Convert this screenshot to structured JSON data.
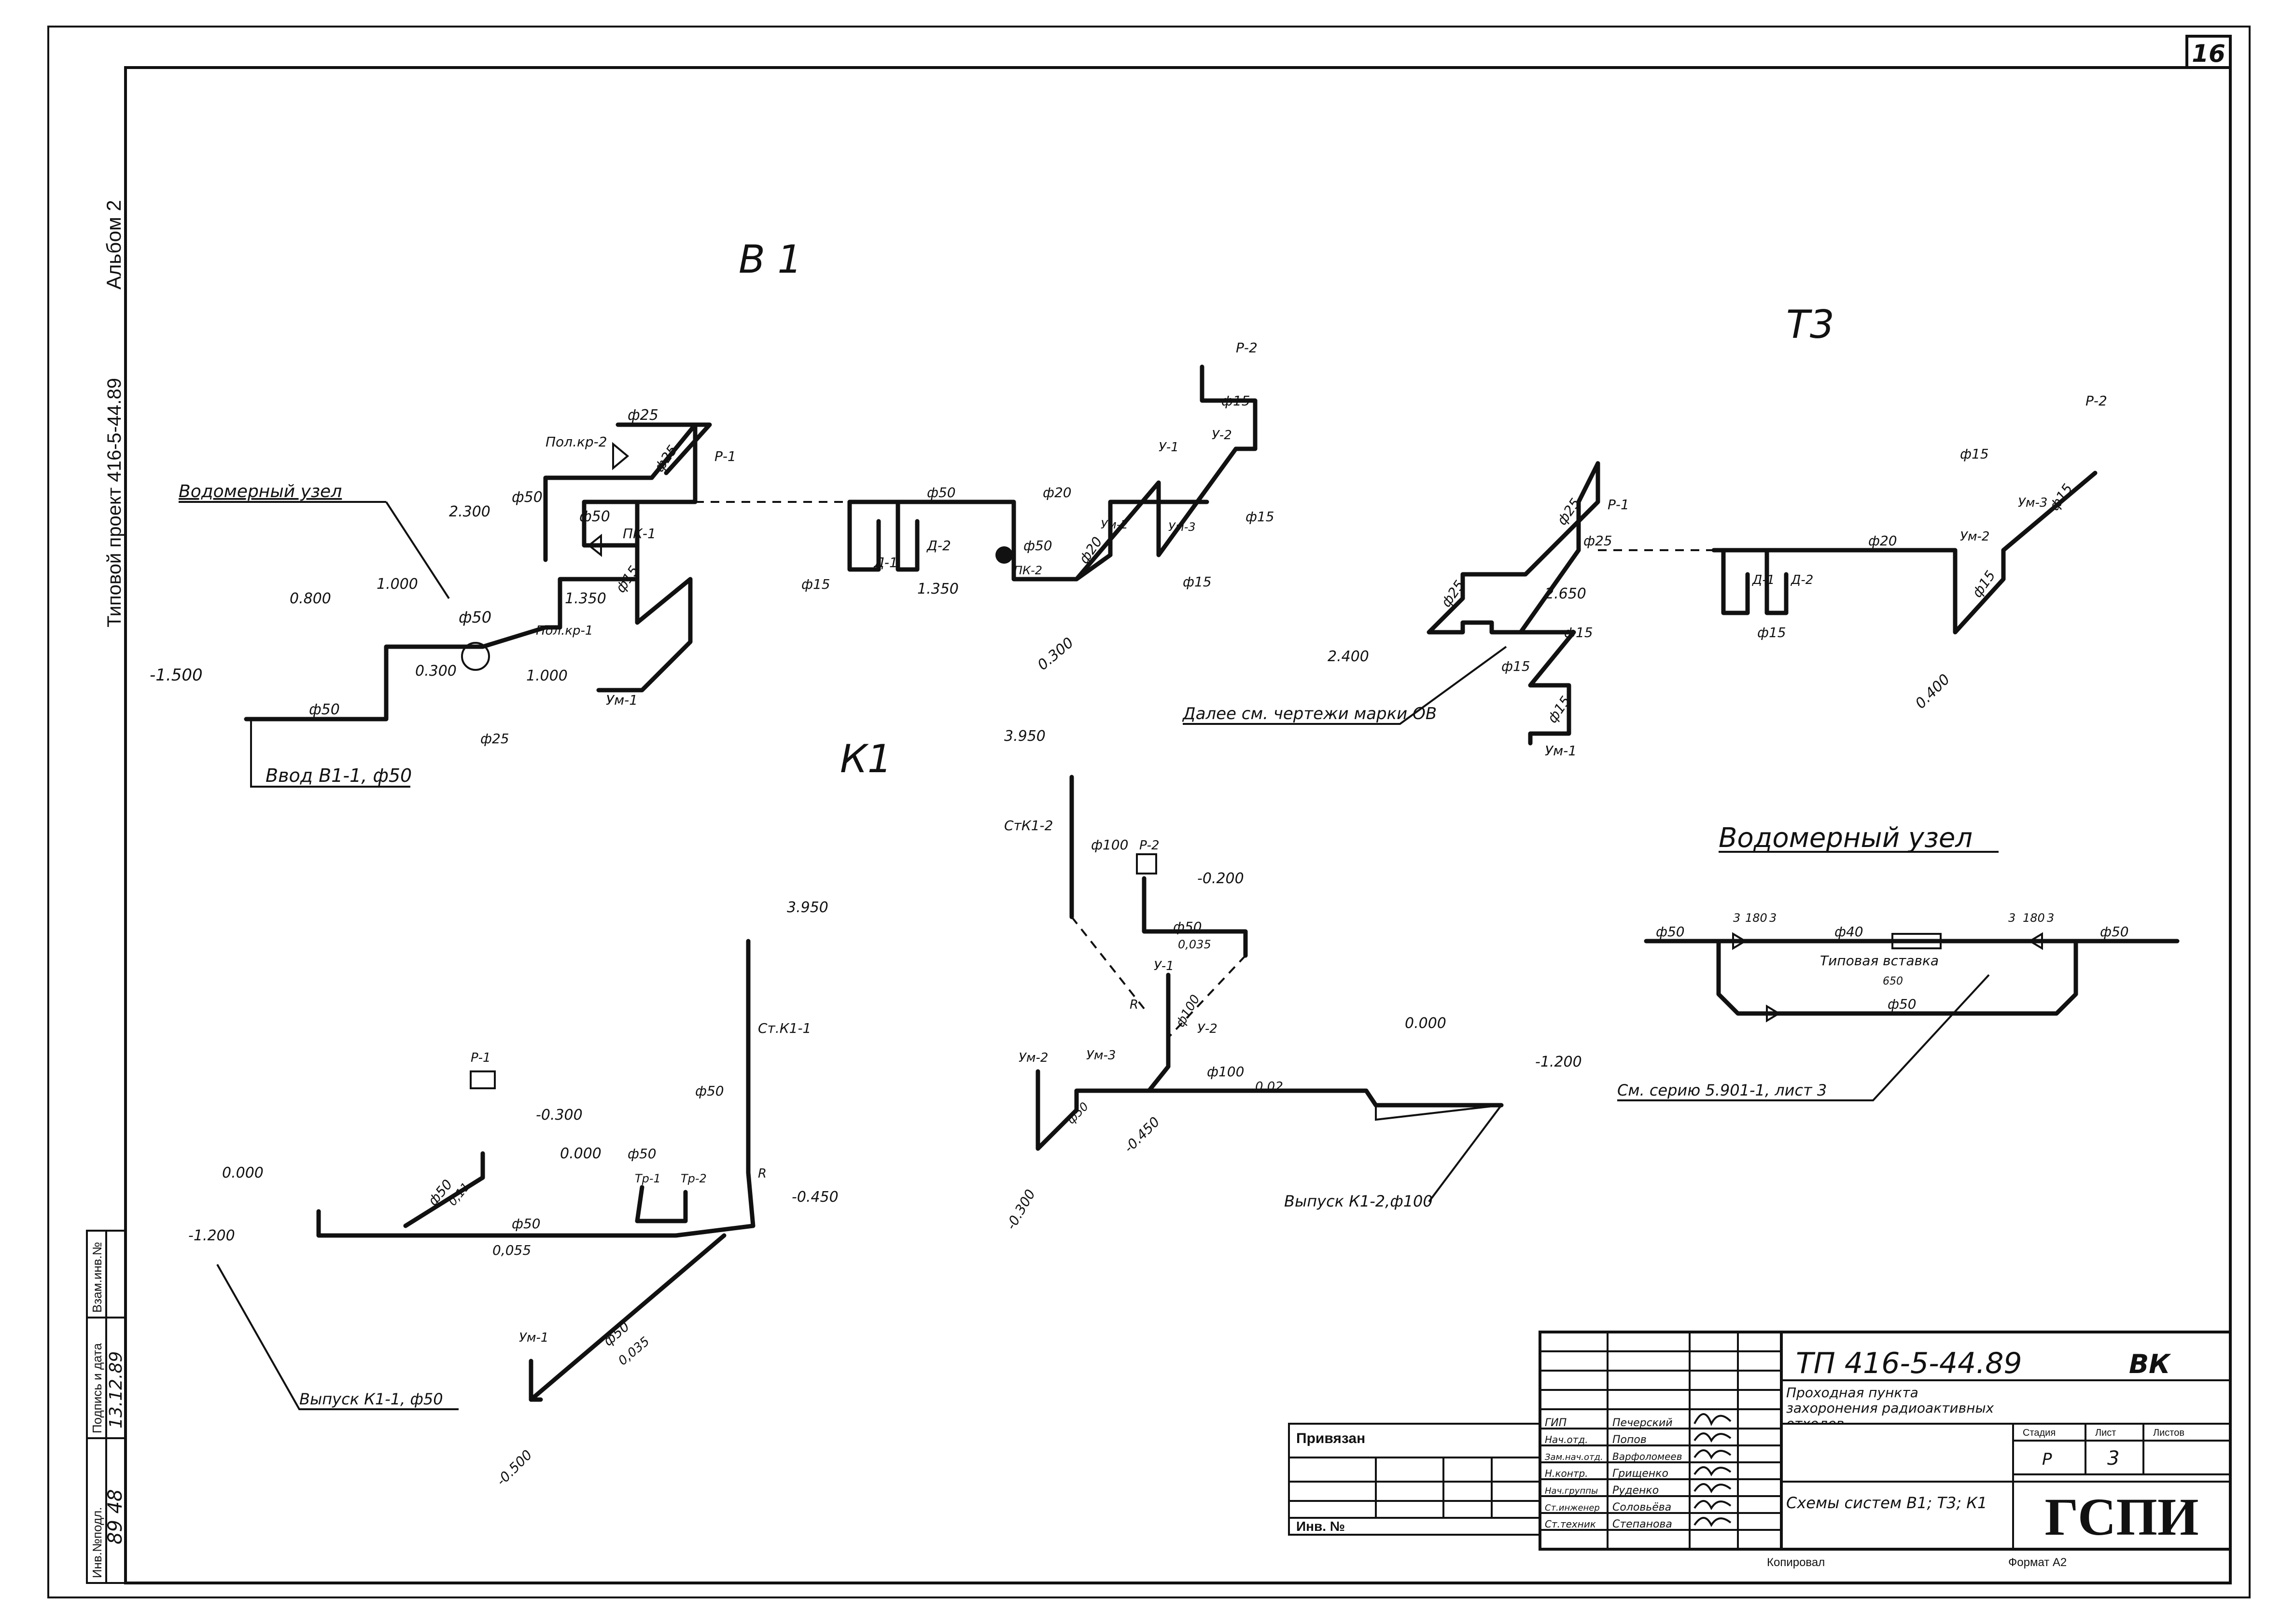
{
  "sheet_number": "16",
  "side_margin": {
    "album": "Альбом 2",
    "project": "Типовой проект 416-5-44.89",
    "stamp_headers": [
      "Инв.№подл.",
      "Подпись и дата",
      "Взам.инв.№"
    ],
    "stamp_values": [
      "89 48",
      "13.12.89",
      ""
    ]
  },
  "v1": {
    "title": "В 1",
    "vodomer": "Водомерный узел",
    "vvod": "Ввод В1-1, ф50",
    "levels": [
      "-1.500",
      "0.800",
      "1.000",
      "2.300",
      "0.300",
      "1.350",
      "1.000",
      "1.350",
      "0.300"
    ],
    "diameters": [
      "ф50",
      "ф50",
      "ф50",
      "ф50",
      "ф25",
      "ф25",
      "ф15",
      "ф25",
      "ф50",
      "ф20",
      "ф50",
      "ф15",
      "ф15",
      "ф15",
      "ф20",
      "ф15"
    ],
    "fixtures": [
      "Пол.кр-2",
      "Р-1",
      "ПК-1",
      "Пол.кр-1",
      "Ум-1",
      "Д-1",
      "Д-2",
      "ПК-2",
      "Ум-2",
      "У-1",
      "Ум-3",
      "У-2",
      "Р-2"
    ]
  },
  "t3": {
    "title": "Т3",
    "note": "Далее см. чертежи марки ОВ",
    "levels": [
      "2.400",
      "2.650",
      "0.400"
    ],
    "diameters": [
      "ф25",
      "ф15",
      "ф25",
      "ф25",
      "ф15",
      "ф15",
      "ф20",
      "ф15",
      "ф15",
      "ф15",
      "ф15"
    ],
    "fixtures": [
      "Р-1",
      "Ум-1",
      "Д-1",
      "Д-2",
      "Ум-2",
      "Ум-3",
      "Р-2"
    ]
  },
  "k1": {
    "title": "К1",
    "levels": [
      "3.950",
      "3.950",
      "-0.200",
      "0.000",
      "-1.200",
      "-0.300",
      "0.000",
      "-0.450",
      "-1.200",
      "-0.500",
      "-0.450",
      "-0.300",
      "0.000"
    ],
    "pipes": [
      "СтК1-2",
      "ф100",
      "ф50",
      "0,035",
      "ф100",
      "ф100",
      "0,02",
      "ф50",
      "Ст.К1-1",
      "ф50",
      "ф50",
      "0,11",
      "ф50",
      "0,055",
      "ф50",
      "0,035",
      "ф50"
    ],
    "fixtures": [
      "Р-2",
      "У-1",
      "R",
      "У-2",
      "Ум-2",
      "Ум-3",
      "Р-1",
      "Тр-1",
      "Тр-2",
      "R",
      "Ум-1"
    ],
    "vypusk2": "Выпуск К1-2,ф100",
    "vypusk1": "Выпуск К1-1, ф50"
  },
  "vodomer_detail": {
    "title": "Водомерный узел",
    "dims": [
      "3",
      "180",
      "3",
      "3",
      "180",
      "3"
    ],
    "labels": [
      "ф50",
      "ф40",
      "ф50",
      "Типовая вставка",
      "650",
      "ф50"
    ],
    "ref": "См. серию 5.901-1, лист 3"
  },
  "title_block": {
    "code": "ТП 416-5-44.89",
    "mark": "ВК",
    "object": "Проходная пункта захоронения радиоактивных отходов",
    "sheet_title": "Схемы систем В1; Т3; К1",
    "stage_headers": [
      "Стадия",
      "Лист",
      "Листов"
    ],
    "stage_values": [
      "Р",
      "3",
      ""
    ],
    "org": "ГСПИ",
    "privyazan": "Привязан",
    "inv": "Инв. №",
    "kopiroval": "Копировал",
    "format": "Формат А2",
    "roles": [
      "ГИП",
      "Нач.отд.",
      "Зам.нач.отд.",
      "Н.контр.",
      "Нач.группы",
      "Ст.инженер",
      "Ст.техник"
    ],
    "names": [
      "Печерский",
      "Попов",
      "Варфоломеев",
      "Грищенко",
      "Руденко",
      "Соловьёва",
      "Степанова"
    ]
  }
}
